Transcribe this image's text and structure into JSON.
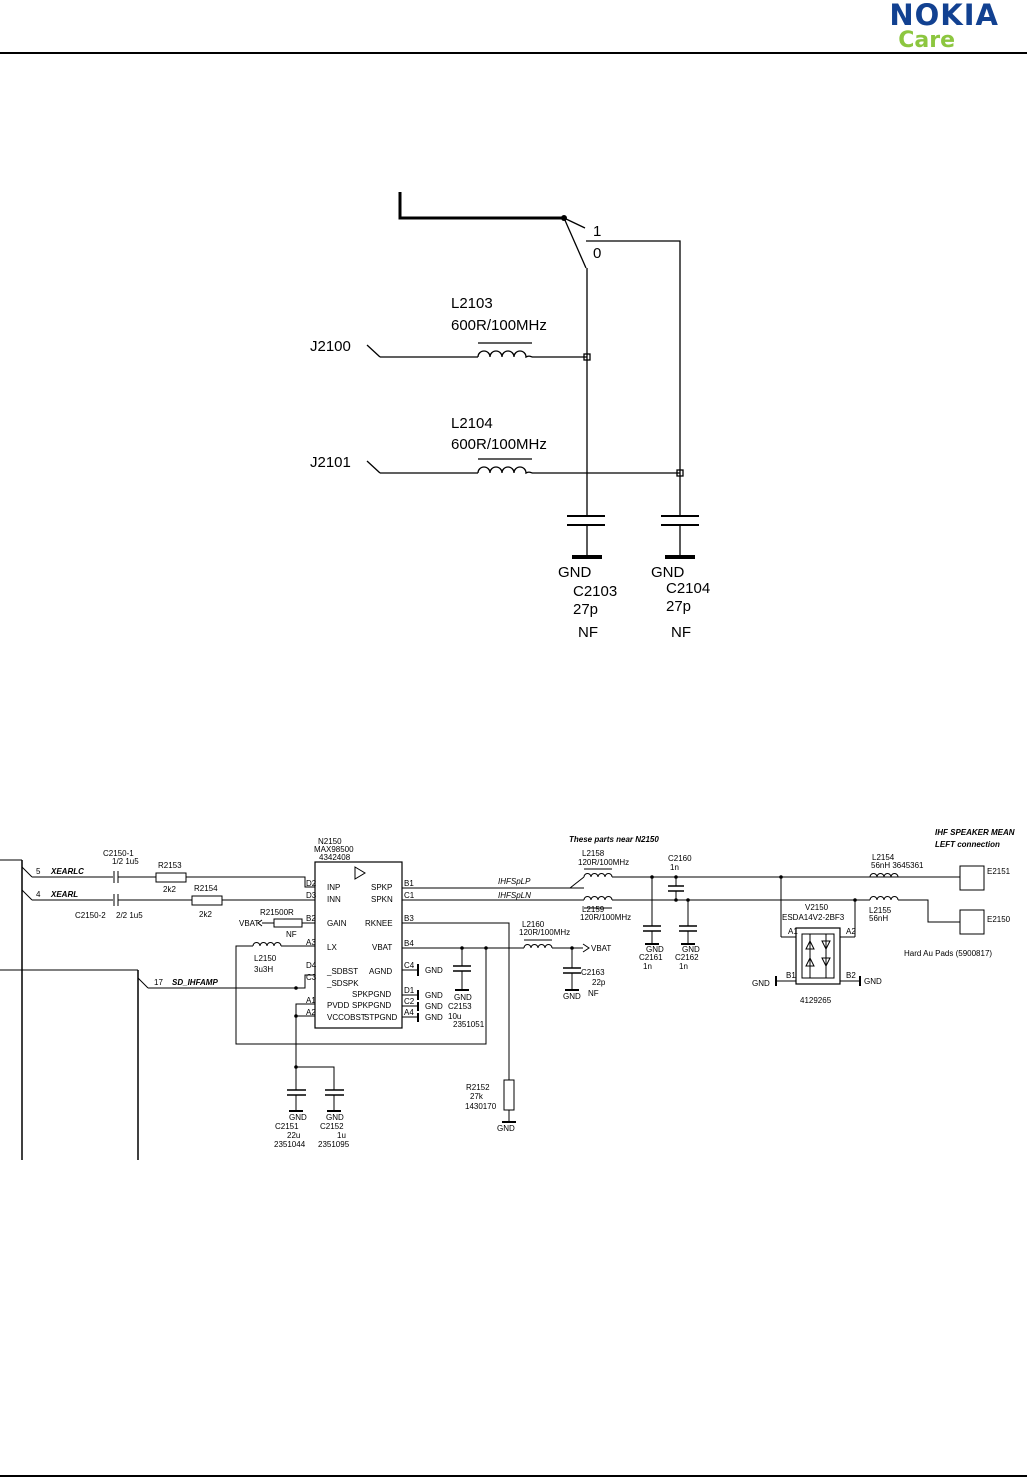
{
  "header": {
    "brand": "NOKIA",
    "sub": "Care"
  },
  "top_schematic": {
    "switch_pos": [
      "1",
      "0"
    ],
    "l2103": {
      "ref": "L2103",
      "value": "600R/100MHz"
    },
    "l2104": {
      "ref": "L2104",
      "value": "600R/100MHz"
    },
    "j2100": "J2100",
    "j2101": "J2101",
    "c2103": {
      "gnd": "GND",
      "ref": "C2103",
      "value": "27p",
      "nf": "NF"
    },
    "c2104": {
      "gnd": "GND",
      "ref": "C2104",
      "value": "27p",
      "nf": "NF"
    }
  },
  "bottom_schematic": {
    "nets": {
      "xearlc_pin": "5",
      "xearlc": "XEARLC",
      "xearl_pin": "4",
      "xearl": "XEARL",
      "sd_pin": "17",
      "sd": "SD_IHFAMP",
      "ihfsplp": "IHFSpLP",
      "ihfspln": "IHFSpLN"
    },
    "c2150_1": {
      "ref": "C2150-1",
      "value": "1/2 1u5"
    },
    "c2150_2": {
      "ref": "C2150-2",
      "value": "2/2 1u5"
    },
    "r2153": {
      "ref": "R2153",
      "value": "2k2"
    },
    "r2154": {
      "ref": "R2154",
      "value": "2k2"
    },
    "r2150": {
      "ref": "R2150",
      "value": "0R",
      "nf": "NF",
      "vbat": "VBAT"
    },
    "l2150": {
      "ref": "L2150",
      "value": "3u3H"
    },
    "n2150": {
      "ref": "N2150",
      "part": "MAX98500",
      "code": "4342408",
      "left_pins": [
        "D2",
        "D3",
        "B2",
        "A3",
        "D4",
        "C3",
        "A1",
        "A2"
      ],
      "left_labels": [
        "INP",
        "INN",
        "GAIN",
        "LX",
        "_SDBST",
        "_SDSPK",
        "PVDD",
        "VCCOBST"
      ],
      "right_pins": [
        "B1",
        "C1",
        "B3",
        "B4",
        "C4",
        "D1",
        "C2",
        "A4"
      ],
      "right_labels": [
        "SPKP",
        "SPKN",
        "RKNEE",
        "VBAT",
        "AGND",
        "SPKPGND",
        "SPKPGND",
        "STPGND"
      ]
    },
    "gnd": "GND",
    "c2153": {
      "ref": "C2153",
      "value": "10u",
      "code": "2351051"
    },
    "r2152": {
      "ref": "R2152",
      "value": "27k",
      "code": "1430170"
    },
    "c2151": {
      "ref": "C2151",
      "value": "22u",
      "code": "2351044"
    },
    "c2152": {
      "ref": "C2152",
      "value": "1u",
      "code": "2351095"
    },
    "l2160": {
      "ref": "L2160",
      "value": "120R/100MHz",
      "vbat": "VBAT"
    },
    "c2163": {
      "ref": "C2163",
      "value": "22p",
      "nf": "NF"
    },
    "near_note": "These parts near N2150",
    "l2158": {
      "ref": "L2158",
      "value": "120R/100MHz"
    },
    "l2159": {
      "ref": "L2159",
      "value": "120R/100MHz"
    },
    "c2160": {
      "ref": "C2160",
      "value": "1n"
    },
    "c2161": {
      "ref": "C2161",
      "value": "1n"
    },
    "c2162": {
      "ref": "C2162",
      "value": "1n"
    },
    "l2154": {
      "ref": "L2154",
      "value": "56nH",
      "code": "3645361"
    },
    "l2155": {
      "ref": "L2155",
      "value": "56nH"
    },
    "v2150": {
      "ref": "V2150",
      "part": "ESDA14V2-2BF3",
      "code": "4129265",
      "pins": [
        "A1",
        "A2",
        "B1",
        "B2"
      ]
    },
    "speaker_title": "IHF SPEAKER MEAN",
    "speaker_sub": "LEFT connection",
    "e2151": "E2151",
    "e2150": "E2150",
    "pads": "Hard Au Pads (5900817)"
  }
}
